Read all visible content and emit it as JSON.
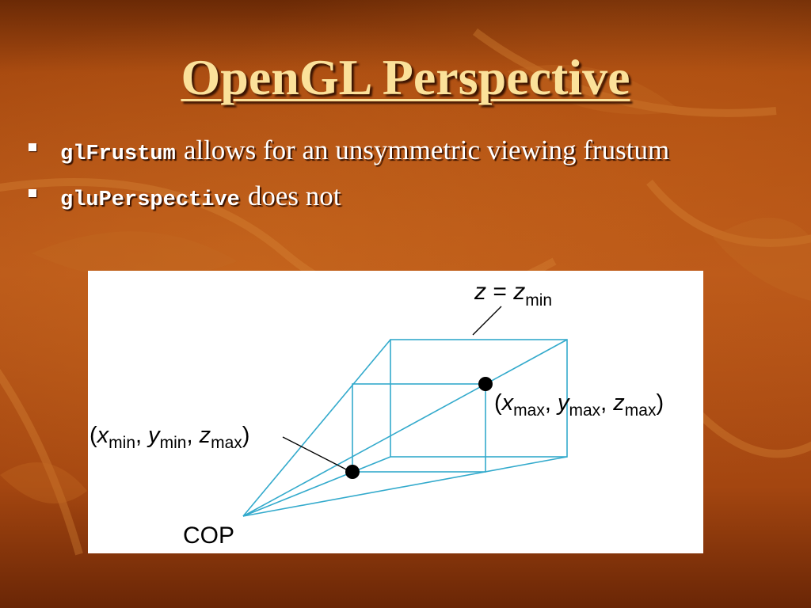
{
  "title": "OpenGL Perspective",
  "bullets": [
    {
      "code": "glFrustum",
      "text": "allows for an unsymmetric viewing frustum"
    },
    {
      "code": "gluPerspective",
      "text": "does not"
    }
  ],
  "diagram": {
    "plane_label": {
      "var": "z",
      "eq": " = ",
      "var2": "z",
      "sub": "min"
    },
    "far_point_label": {
      "open": "(",
      "x": "x",
      "x_sub": "max",
      "sep1": ", ",
      "y": "y",
      "y_sub": "max",
      "sep2": ", ",
      "z": "z",
      "z_sub": "max",
      "close": ")"
    },
    "near_point_label": {
      "open": "(",
      "x": "x",
      "x_sub": "min",
      "sep1": ", ",
      "y": "y",
      "y_sub": "min",
      "sep2": ", ",
      "z": "z",
      "z_sub": "max",
      "close": ")"
    },
    "cop_label": "COP",
    "line_color": "#33aacc"
  }
}
